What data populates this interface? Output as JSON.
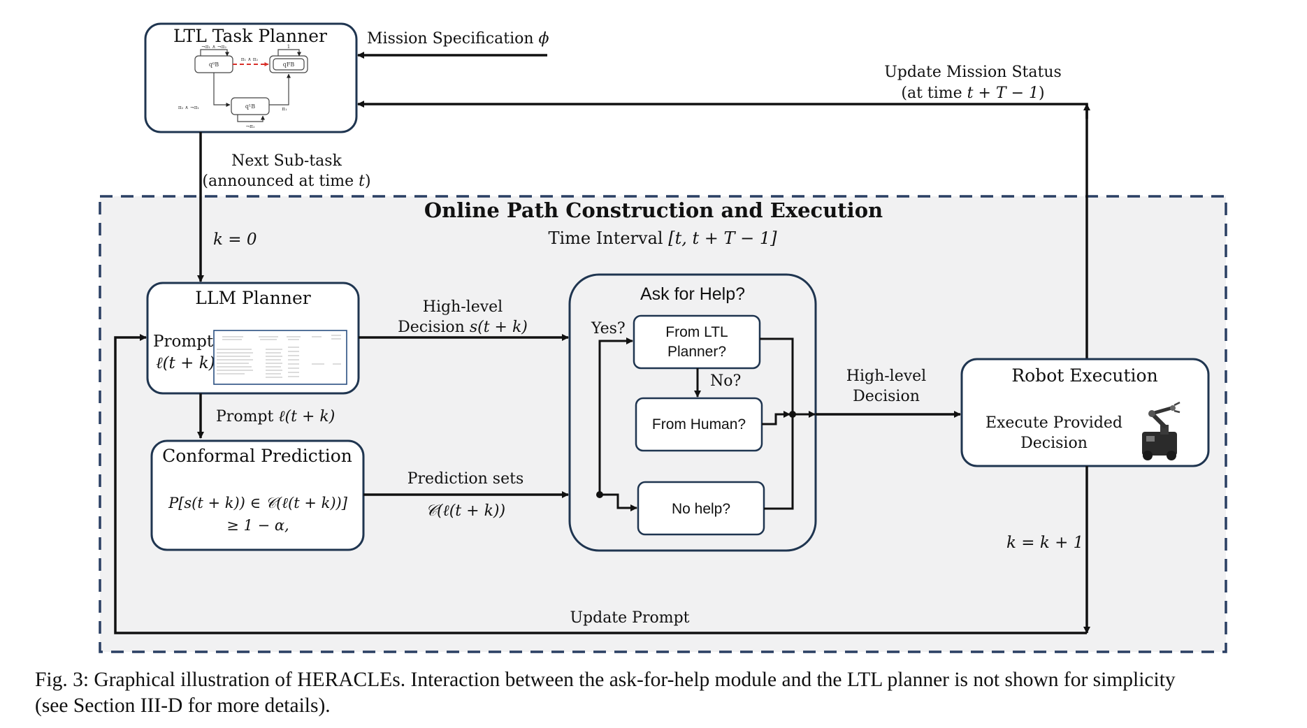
{
  "ltl_planner": {
    "title": "LTL Task Planner",
    "automaton": {
      "labels": [
        "¬π₁ ∧ ¬π₂",
        "π₁ ∧ π₂",
        "1",
        "π₂ ∧ ¬π₁",
        "π₁",
        "¬π₂"
      ],
      "states": [
        "q⁰B",
        "qFB",
        "q¹B"
      ]
    }
  },
  "mission_spec": {
    "text": "Mission Specification",
    "symbol": "ϕ"
  },
  "update_status": {
    "line1": "Update Mission Status",
    "line2_prefix": "(at time",
    "line2_math": "t + T − 1",
    "line2_suffix": ")"
  },
  "next_subtask": {
    "line1": "Next Sub-task",
    "line2_prefix": "(announced at time",
    "line2_math": "t",
    "line2_suffix": ")"
  },
  "region": {
    "title": "Online Path Construction and Execution",
    "interval_text": "Time Interval",
    "interval_math": "[t, t + T − 1]"
  },
  "k0": "k = 0",
  "llm": {
    "title": "LLM Planner",
    "prompt_label": "Prompt",
    "prompt_math": "ℓ(t + k)"
  },
  "prompt_edge": {
    "text": "Prompt",
    "math": "ℓ(t + k)"
  },
  "conformal": {
    "title": "Conformal Prediction",
    "formula_line1": "P[s(t + k)) ∈ 𝒞(ℓ(t + k))]",
    "formula_line2": "≥ 1 − α,"
  },
  "decision_edge": {
    "line1": "High-level",
    "line2_text": "Decision",
    "line2_math": "s(t + k)"
  },
  "prediction_edge": {
    "line1": "Prediction sets",
    "line2_math": "𝒞(ℓ(t + k))"
  },
  "ask_help": {
    "title": "Ask for Help?",
    "yes_label": "Yes?",
    "no_label": "No?",
    "from_ltl_line1": "From LTL",
    "from_ltl_line2": "Planner?",
    "from_human": "From Human?",
    "no_help": "No help?"
  },
  "hl_decision_edge": {
    "line1": "High-level",
    "line2": "Decision"
  },
  "robot": {
    "title": "Robot Execution",
    "line1": "Execute Provided",
    "line2": "Decision",
    "icon": "robot-arm-icon"
  },
  "k_update": "k = k + 1",
  "update_prompt": "Update Prompt",
  "caption": {
    "line1": "Fig. 3: Graphical illustration of HERACLEs. Interaction between the ask-for-help module and the LTL planner is not shown for simplicity",
    "line2": "(see Section III-D for more details)."
  },
  "colors": {
    "box_stroke": "#1f3550",
    "region_fill": "#f1f1f2",
    "region_border": "#2a3f63",
    "ink": "#111111",
    "dash_red": "#d9302a"
  }
}
